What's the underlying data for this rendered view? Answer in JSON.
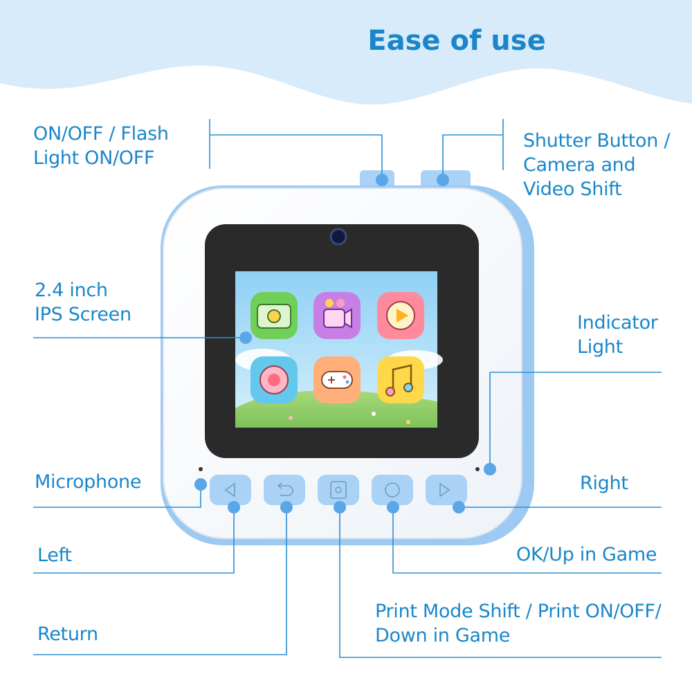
{
  "title": "Ease of use",
  "labels": {
    "power": [
      "ON/OFF / Flash",
      "Light ON/OFF"
    ],
    "shutter": [
      "Shutter Button /",
      "Camera and",
      "Video Shift"
    ],
    "screen": [
      "2.4 inch",
      "IPS Screen"
    ],
    "indicator": [
      "Indicator",
      "Light"
    ],
    "microphone": "Microphone",
    "right": "Right",
    "left": "Left",
    "ok": "OK/Up in Game",
    "return": "Return",
    "print": [
      "Print Mode Shift / Print ON/OFF/",
      "Down in Game"
    ]
  },
  "colors": {
    "accent": "#1a86c9",
    "line": "#2b8fd3",
    "wave": "#d7ebfb",
    "button": "#a9d2f6",
    "camera_body": "#ffffff",
    "camera_shell": "#9ccaf2",
    "screen_bezel": "#2a2a2a"
  },
  "screen_icons": [
    "camera-app-icon",
    "video-app-icon",
    "play-app-icon",
    "flower-app-icon",
    "gamepad-app-icon",
    "music-app-icon"
  ],
  "button_icons": [
    "left-arrow-icon",
    "return-icon",
    "print-icon",
    "ok-circle-icon",
    "right-arrow-icon"
  ]
}
